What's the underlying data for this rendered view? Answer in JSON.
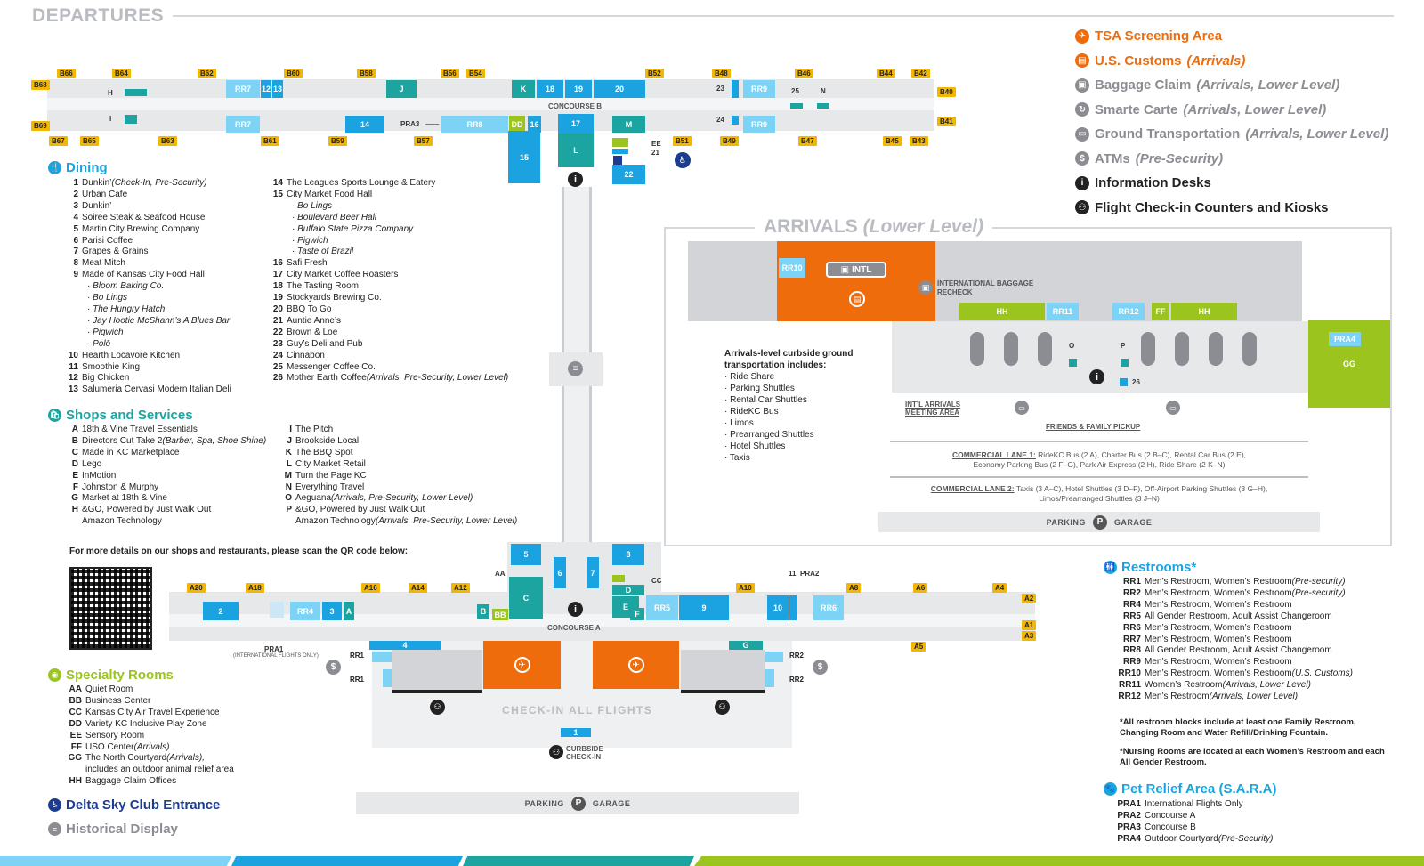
{
  "header": {
    "departures": "DEPARTURES",
    "arrivals_main": "ARRIVALS",
    "arrivals_sub": "(Lower Level)"
  },
  "legend": [
    {
      "label": "TSA Screening Area",
      "sub": "",
      "color": "#ee6c0c",
      "icon": "tsa-screening-icon"
    },
    {
      "label": "U.S. Customs",
      "sub": "(Arrivals)",
      "color": "#ee6c0c",
      "icon": "customs-icon"
    },
    {
      "label": "Baggage Claim",
      "sub": "(Arrivals, Lower Level)",
      "color": "#8b8d92",
      "icon": "baggage-claim-icon"
    },
    {
      "label": "Smarte Carte",
      "sub": "(Arrivals, Lower Level)",
      "color": "#8b8d92",
      "icon": "smarte-carte-icon"
    },
    {
      "label": "Ground Transportation",
      "sub": "(Arrivals, Lower Level)",
      "color": "#8b8d92",
      "icon": "ground-transport-icon"
    },
    {
      "label": "ATMs",
      "sub": "(Pre-Security)",
      "color": "#8b8d92",
      "icon": "atm-icon"
    },
    {
      "label": "Information Desks",
      "sub": "",
      "color": "#222222",
      "icon": "info-icon"
    },
    {
      "label": "Flight Check-in Counters and Kiosks",
      "sub": "",
      "color": "#222222",
      "icon": "checkin-icon"
    }
  ],
  "dining": {
    "title": "Dining",
    "col1": [
      {
        "k": "1",
        "t": "Dunkin’ ",
        "i": "(Check-In, Pre-Security)"
      },
      {
        "k": "2",
        "t": "Urban Cafe"
      },
      {
        "k": "3",
        "t": "Dunkin’"
      },
      {
        "k": "4",
        "t": "Soiree Steak & Seafood House"
      },
      {
        "k": "5",
        "t": "Martin City Brewing Company"
      },
      {
        "k": "6",
        "t": "Parisi Coffee"
      },
      {
        "k": "7",
        "t": "Grapes & Grains"
      },
      {
        "k": "8",
        "t": "Meat Mitch"
      },
      {
        "k": "9",
        "t": "Made of Kansas City Food Hall"
      },
      {
        "k": "",
        "s": "· Bloom Baking Co."
      },
      {
        "k": "",
        "s": "· Bo Lings"
      },
      {
        "k": "",
        "s": "· The Hungry Hatch"
      },
      {
        "k": "",
        "s": "· Jay Hootie McShann’s A Blues Bar"
      },
      {
        "k": "",
        "s": "· Pigwich"
      },
      {
        "k": "",
        "s": "· Polō"
      },
      {
        "k": "10",
        "t": "Hearth Locavore Kitchen"
      },
      {
        "k": "11",
        "t": "Smoothie King"
      },
      {
        "k": "12",
        "t": "Big Chicken"
      },
      {
        "k": "13",
        "t": "Salumeria Cervasi Modern Italian Deli"
      }
    ],
    "col2": [
      {
        "k": "14",
        "t": "The Leagues Sports Lounge & Eatery"
      },
      {
        "k": "15",
        "t": "City Market Food Hall"
      },
      {
        "k": "",
        "s": "· Bo Lings"
      },
      {
        "k": "",
        "s": "· Boulevard Beer Hall"
      },
      {
        "k": "",
        "s": "· Buffalo State Pizza Company"
      },
      {
        "k": "",
        "s": "· Pigwich"
      },
      {
        "k": "",
        "s": "· Taste of Brazil"
      },
      {
        "k": "16",
        "t": "Safi Fresh"
      },
      {
        "k": "17",
        "t": "City Market Coffee Roasters"
      },
      {
        "k": "18",
        "t": "The Tasting Room"
      },
      {
        "k": "19",
        "t": "Stockyards Brewing Co."
      },
      {
        "k": "20",
        "t": "BBQ To Go"
      },
      {
        "k": "21",
        "t": "Auntie Anne’s"
      },
      {
        "k": "22",
        "t": "Brown & Loe"
      },
      {
        "k": "23",
        "t": "Guy’s Deli and Pub"
      },
      {
        "k": "24",
        "t": "Cinnabon"
      },
      {
        "k": "25",
        "t": "Messenger Coffee Co."
      },
      {
        "k": "26",
        "t": "Mother Earth Coffee ",
        "i": "(Arrivals, Pre-Security, Lower Level)"
      }
    ]
  },
  "shops": {
    "title": "Shops and Services",
    "col1": [
      {
        "k": "A",
        "t": "18th & Vine Travel Essentials"
      },
      {
        "k": "B",
        "t": "Directors Cut Take 2 ",
        "i": "(Barber, Spa, Shoe Shine)"
      },
      {
        "k": "C",
        "t": "Made in KC Marketplace"
      },
      {
        "k": "D",
        "t": "Lego"
      },
      {
        "k": "E",
        "t": "InMotion"
      },
      {
        "k": "F",
        "t": "Johnston & Murphy"
      },
      {
        "k": "G",
        "t": "Market at 18th & Vine"
      },
      {
        "k": "H",
        "t": "&GO, Powered by Just Walk Out"
      },
      {
        "k": "",
        "t": "Amazon Technology"
      }
    ],
    "col2": [
      {
        "k": "I",
        "t": "The Pitch"
      },
      {
        "k": "J",
        "t": "Brookside Local"
      },
      {
        "k": "K",
        "t": "The BBQ Spot"
      },
      {
        "k": "L",
        "t": "City Market Retail"
      },
      {
        "k": "M",
        "t": "Turn the Page KC"
      },
      {
        "k": "N",
        "t": "Everything Travel"
      },
      {
        "k": "O",
        "t": "Aeguana ",
        "i": "(Arrivals, Pre-Security, Lower Level)"
      },
      {
        "k": "P",
        "t": "&GO, Powered by Just Walk Out"
      },
      {
        "k": "",
        "t": "Amazon Technology ",
        "i": "(Arrivals, Pre-Security, Lower Level)"
      }
    ]
  },
  "qr_note": "For more details on our shops and restaurants, please scan the QR code below:",
  "specialty": {
    "title": "Specialty Rooms",
    "items": [
      {
        "k": "AA",
        "t": "Quiet Room"
      },
      {
        "k": "BB",
        "t": "Business Center"
      },
      {
        "k": "CC",
        "t": "Kansas City Air Travel Experience"
      },
      {
        "k": "DD",
        "t": "Variety KC Inclusive Play Zone"
      },
      {
        "k": "EE",
        "t": "Sensory Room"
      },
      {
        "k": "FF",
        "t": "USO Center ",
        "i": "(Arrivals)"
      },
      {
        "k": "GG",
        "t": "The North Courtyard ",
        "i": "(Arrivals),"
      },
      {
        "k": "",
        "t": "includes an outdoor animal relief area"
      },
      {
        "k": "HH",
        "t": "Baggage Claim Offices"
      }
    ]
  },
  "delta": "Delta Sky Club Entrance",
  "historical": "Historical Display",
  "restrooms": {
    "title": "Restrooms*",
    "items": [
      {
        "k": "RR1",
        "t": "Men’s Restroom, Women’s Restroom ",
        "i": "(Pre-security)"
      },
      {
        "k": "RR2",
        "t": "Men’s Restroom, Women’s Restroom ",
        "i": "(Pre-security)"
      },
      {
        "k": "RR4",
        "t": "Men’s Restroom, Women’s Restroom"
      },
      {
        "k": "RR5",
        "t": "All Gender Restroom, Adult Assist Changeroom"
      },
      {
        "k": "RR6",
        "t": "Men’s Restroom, Women’s Restroom"
      },
      {
        "k": "RR7",
        "t": "Men’s Restroom, Women’s Restroom"
      },
      {
        "k": "RR8",
        "t": "All Gender Restroom, Adult Assist Changeroom"
      },
      {
        "k": "RR9",
        "t": "Men’s Restroom, Women’s Restroom"
      },
      {
        "k": "RR10",
        "t": "Men’s Restroom, Women’s Restroom ",
        "i": "(U.S. Customs)"
      },
      {
        "k": "RR11",
        "t": "Women’s Restroom ",
        "i": "(Arrivals, Lower Level)"
      },
      {
        "k": "RR12",
        "t": "Men’s Restroom ",
        "i": "(Arrivals, Lower Level)"
      }
    ],
    "note1": "*All restroom blocks include at least one Family Restroom, Changing Room and Water Refill/Drinking Fountain.",
    "note2": "*Nursing Rooms are located at each Women’s Restroom and each All Gender Restroom."
  },
  "pet": {
    "title": "Pet Relief Area (S.A.R.A)",
    "items": [
      {
        "k": "PRA1",
        "t": "International Flights Only"
      },
      {
        "k": "PRA2",
        "t": "Concourse A"
      },
      {
        "k": "PRA3",
        "t": "Concourse B"
      },
      {
        "k": "PRA4",
        "t": "Outdoor Courtyard ",
        "i": "(Pre-Security)"
      }
    ]
  },
  "ground": {
    "title": "Arrivals-level curbside ground transportation includes:",
    "items": [
      "· Ride Share",
      "· Parking Shuttles",
      "· Rental Car Shuttles",
      "· RideKC Bus",
      "· Limos",
      "· Prearranged Shuttles",
      "· Hotel Shuttles",
      "· Taxis"
    ]
  },
  "arrivals_map": {
    "intl": "INTL",
    "intl_recheck": "INTERNATIONAL BAGGAGE RECHECK",
    "meeting": "INT’L ARRIVALS MEETING AREA",
    "friends": "FRIENDS & FAMILY PICKUP",
    "lane1_label": "COMMERCIAL LANE 1:",
    "lane1_text": "RideKC Bus (2 A), Charter Bus (2 B–C), Rental Car Bus (2 E),",
    "lane1_text2": "Economy Parking Bus (2 F–G), Park Air Express (2 H), Ride Share (2 K–N)",
    "lane2_label": "COMMERCIAL LANE 2:",
    "lane2_text": "Taxis (3 A–C), Hotel Shuttles (3 D–F), Off-Airport Parking Shuttles (3 G–H),",
    "lane2_text2": "Limos/Prearranged Shuttles (3 J–N)",
    "parking": "PARKING",
    "garage": "GARAGE",
    "p": "P"
  },
  "map_labels": {
    "concourse_b": "CONCOURSE B",
    "concourse_a": "CONCOURSE A",
    "checkin": "CHECK-IN ALL FLIGHTS",
    "curbside": "CURBSIDE CHECK-IN",
    "parking": "PARKING",
    "garage": "GARAGE",
    "p": "P",
    "pra1_note": "(INTERNATIONAL FLIGHTS ONLY)"
  }
}
